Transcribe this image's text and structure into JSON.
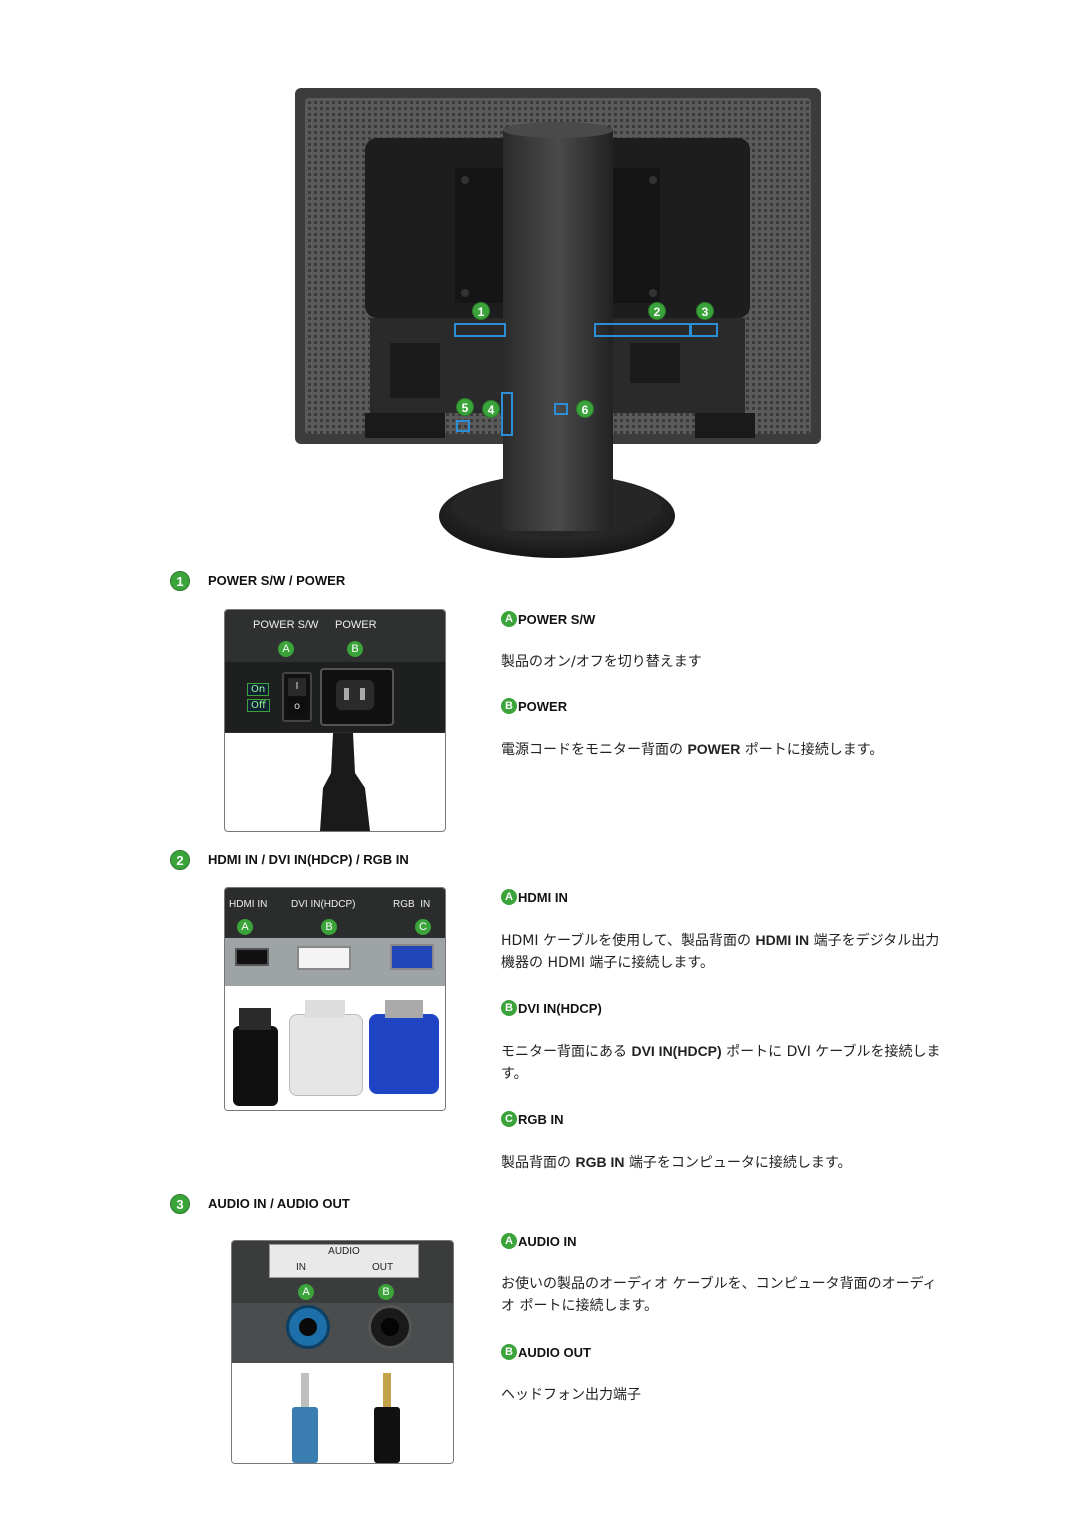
{
  "monitor_markers": [
    "1",
    "2",
    "3",
    "4",
    "5",
    "6"
  ],
  "sections": [
    {
      "number": "1",
      "title": "POWER S/W / POWER",
      "photo": {
        "header_labels": [
          "POWER S/W",
          "POWER"
        ],
        "letters": [
          "A",
          "B"
        ],
        "switch_labels": [
          "On",
          "Off"
        ]
      },
      "items": [
        {
          "letter": "A",
          "heading": "POWER S/W",
          "text": "製品のオン/オフを切り替えます"
        },
        {
          "letter": "B",
          "heading": "POWER",
          "text_before": "電源コードをモニター背面の ",
          "text_bold": "POWER",
          "text_after": " ポートに接続します。"
        }
      ]
    },
    {
      "number": "2",
      "title": "HDMI IN / DVI IN(HDCP) / RGB IN",
      "photo": {
        "header_labels": [
          "HDMI IN",
          "DVI IN(HDCP)",
          "RGB  IN"
        ],
        "letters": [
          "A",
          "B",
          "C"
        ]
      },
      "items": [
        {
          "letter": "A",
          "heading": "HDMI IN",
          "text_before": "HDMI ケーブルを使用して、製品背面の ",
          "text_bold": "HDMI IN",
          "text_after": " 端子をデジタル出力機器の HDMI 端子に接続します。"
        },
        {
          "letter": "B",
          "heading": "DVI IN(HDCP)",
          "text_before": "モニター背面にある ",
          "text_bold": "DVI IN(HDCP)",
          "text_after": " ポートに DVI ケーブルを接続します。"
        },
        {
          "letter": "C",
          "heading": "RGB IN",
          "text_before": "製品背面の ",
          "text_bold": "RGB IN",
          "text_after": " 端子をコンピュータに接続します。"
        }
      ]
    },
    {
      "number": "3",
      "title": "AUDIO IN / AUDIO OUT",
      "photo": {
        "header_title": "AUDIO",
        "header_labels": [
          "IN",
          "OUT"
        ],
        "letters": [
          "A",
          "B"
        ]
      },
      "items": [
        {
          "letter": "A",
          "heading": "AUDIO IN",
          "text": "お使いの製品のオーディオ ケーブルを、コンピュータ背面のオーディオ ポートに接続します。"
        },
        {
          "letter": "B",
          "heading": "AUDIO OUT",
          "text": "ヘッドフォン出力端子"
        }
      ]
    }
  ],
  "colors": {
    "marker_green": "#3aa33a",
    "highlight_blue": "#2a8fd6"
  }
}
